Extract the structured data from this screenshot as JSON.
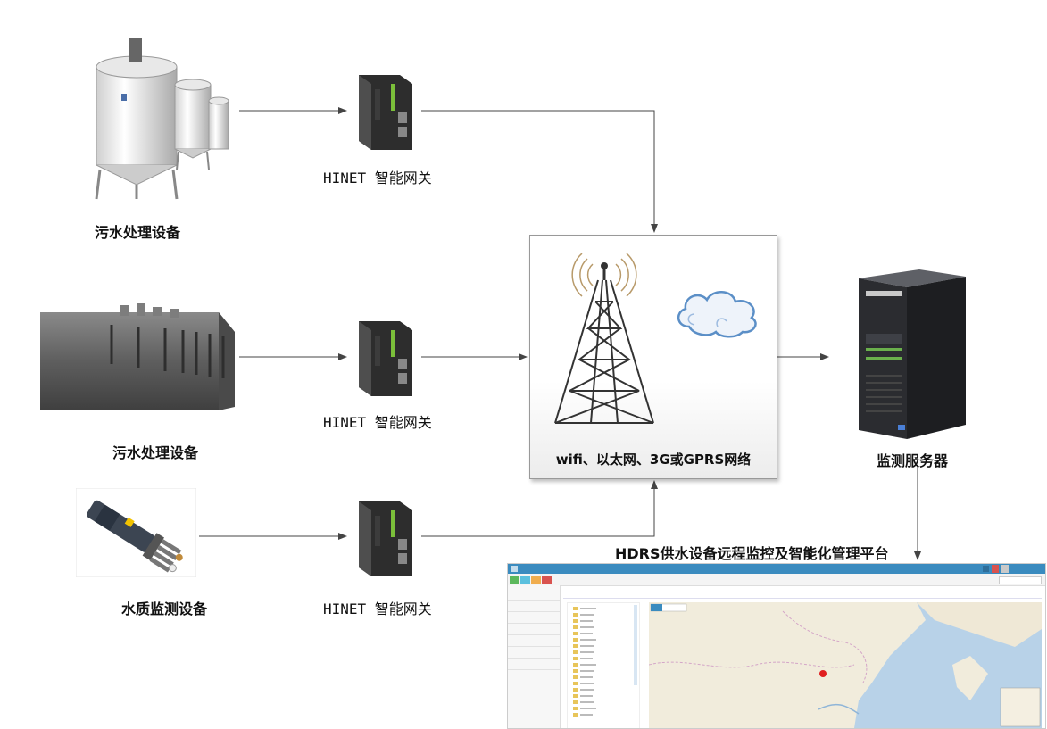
{
  "nodes": {
    "device_top": "污水处理设备",
    "device_mid": "污水处理设备",
    "device_bottom": "水质监测设备",
    "gateway_top": "HINET 智能网关",
    "gateway_mid": "HINET 智能网关",
    "gateway_bottom": "HINET 智能网关",
    "network": "wifi、以太网、3G或GPRS网络",
    "server": "监测服务器",
    "platform": "HDRS供水设备远程监控及智能化管理平台"
  },
  "colors": {
    "arrow": "#444444",
    "platform_header": "#3a8bbf",
    "map_sea": "#b8d2e8",
    "map_land": "#f1ecdc",
    "marker": "#e02020",
    "cloud": "#5b8fc7"
  },
  "icons": {
    "tank": "tank-icon",
    "container": "treatment-container-icon",
    "probe": "water-probe-icon",
    "gateway": "gateway-icon",
    "tower": "radio-tower-icon",
    "cloud": "cloud-icon",
    "server": "server-tower-icon",
    "platform": "platform-screenshot"
  }
}
